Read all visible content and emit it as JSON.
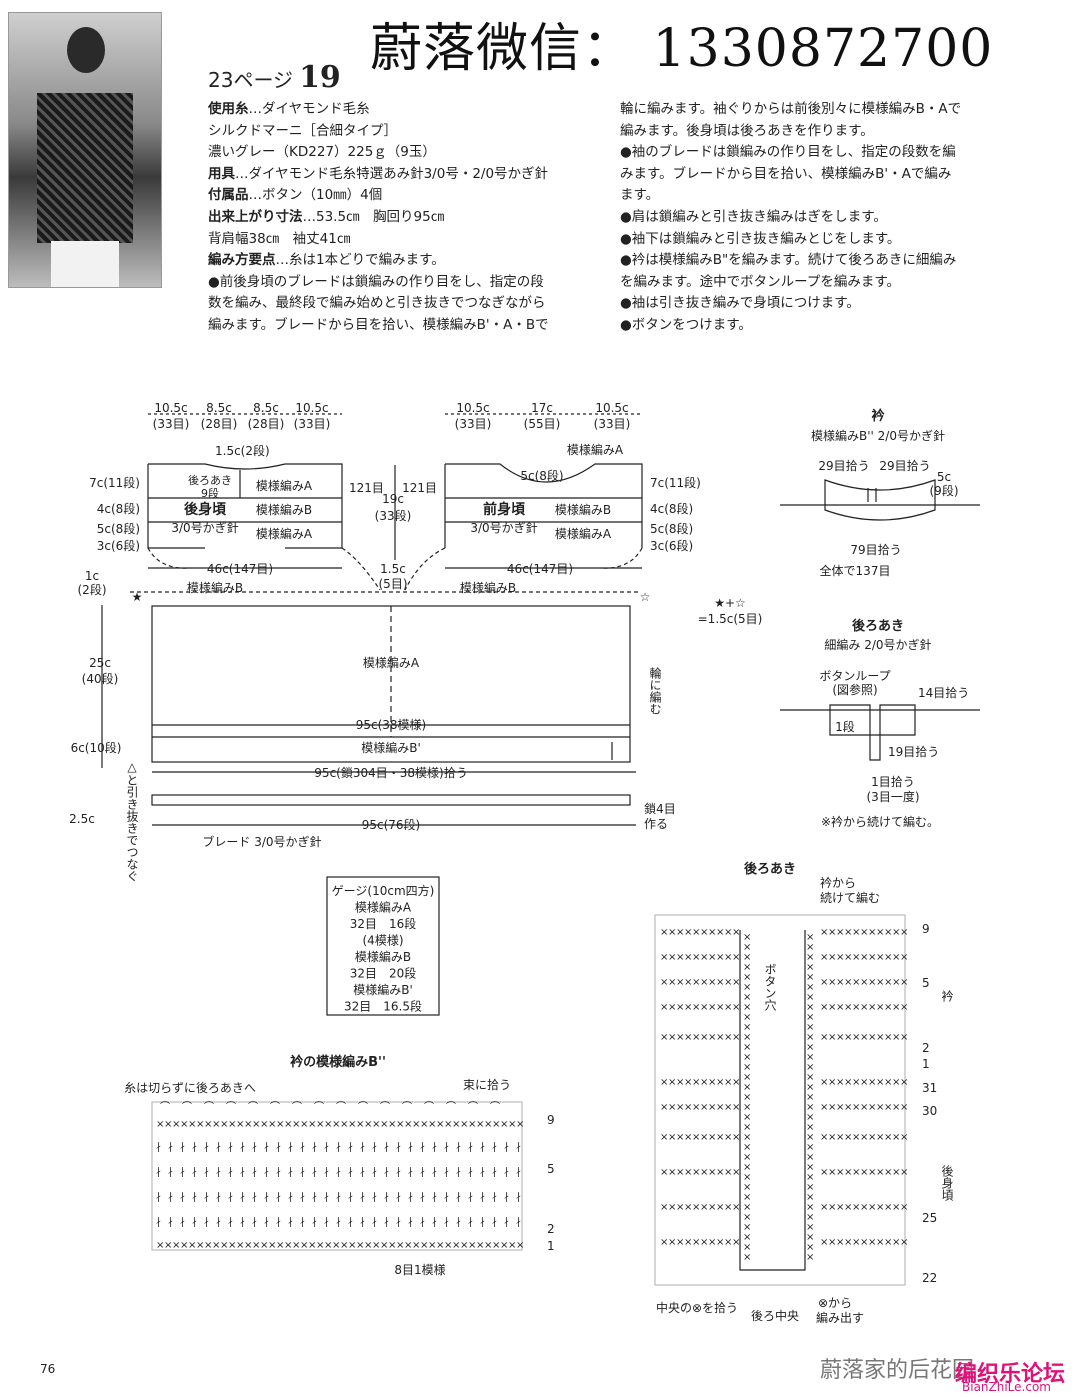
{
  "header": {
    "watermark": "蔚落微信： 1330872700",
    "page_ref": "23ページ",
    "pattern_no": "19"
  },
  "materials": {
    "lines": [
      {
        "label": "使用糸",
        "text": "…ダイヤモンド毛糸"
      },
      {
        "label": "",
        "text": "シルクドマーニ［合細タイプ］"
      },
      {
        "label": "",
        "text": "濃いグレー（KD227）225ｇ（9玉）"
      },
      {
        "label": "用具",
        "text": "…ダイヤモンド毛糸特選あみ針3/0号・2/0号かぎ針"
      },
      {
        "label": "付属品",
        "text": "…ボタン（10㎜）4個"
      },
      {
        "label": "出来上がり寸法",
        "text": "…53.5㎝　胸回り95㎝"
      },
      {
        "label": "",
        "text": "背肩幅38㎝　袖丈41㎝"
      },
      {
        "label": "編み方要点",
        "text": "…糸は1本どりで編みます。"
      },
      {
        "label": "",
        "text": "●前後身頃のブレードは鎖編みの作り目をし、指定の段"
      },
      {
        "label": "",
        "text": "数を編み、最終段で編み始めと引き抜きでつなぎながら"
      },
      {
        "label": "",
        "text": "編みます。ブレードから目を拾い、模様編みB'・A・Bで"
      }
    ]
  },
  "instructions": {
    "lines": [
      "輪に編みます。袖ぐりからは前後別々に模様編みB・Aで",
      "編みます。後身頃は後ろあきを作ります。",
      "●袖のブレードは鎖編みの作り目をし、指定の段数を編",
      "みます。ブレードから目を拾い、模様編みB'・Aで編み",
      "ます。",
      "●肩は鎖編みと引き抜き編みはぎをします。",
      "●袖下は鎖編みと引き抜き編みとじをします。",
      "●衿は模様編みB\"を編みます。続けて後ろあきに細編み",
      "を編みます。途中でボタンループを編みます。",
      "●袖は引き抜き編みで身頃につけます。",
      "●ボタンをつけます。"
    ]
  },
  "diagram": {
    "back_top": [
      "10.5c",
      "8.5c",
      "8.5c",
      "10.5c"
    ],
    "back_top_rows": [
      "(33目)",
      "(28目)",
      "(28目)",
      "(33目)"
    ],
    "front_top": [
      "10.5c",
      "17c",
      "10.5c"
    ],
    "front_top_rows": [
      "(33目)",
      "(55目)",
      "(33目)"
    ],
    "neck_back": "1.5c(2段)",
    "back_label": "後身頃",
    "front_label": "前身頃",
    "hook_30": "3/0号かぎ針",
    "pat_a": "模様編みA",
    "pat_b": "模様編みB",
    "pat_bp": "模様編みB'",
    "back_open": "後ろあき",
    "back_open_rows": "9段",
    "back_left": [
      "7c(11段)",
      "4c(8段)",
      "5c(8段)",
      "3c(6段)"
    ],
    "front_right": [
      "7c(11段)",
      "4c(8段)",
      "5c(8段)",
      "3c(6段)"
    ],
    "rows121": "121目",
    "center": [
      "19c",
      "(33段)"
    ],
    "front_neck": "5c(8段)",
    "width46": "46c(147目)",
    "center15": [
      "1.5c",
      "(5目)"
    ],
    "left_side": [
      "1c",
      "(2段)",
      "25c",
      "(40段)",
      "6c(10段)",
      "2.5c"
    ],
    "star": "★",
    "star2": "☆",
    "star_note": [
      "★+☆",
      "=1.5c(5目)"
    ],
    "body95": "95c(38模様)",
    "body_pick": "95c(鎖304目・38模様)拾う",
    "braid95": "95c(76段)",
    "braid_hook": "ブレード 3/0号かぎ針",
    "join_note": "△と引き抜きでつなぐ",
    "chain_note": [
      "鎖4目",
      "作る"
    ],
    "ring_note": "輪に編む",
    "collar_title": "衿",
    "collar_sub": "模様編みB'' 2/0号かぎ針",
    "collar_pick": [
      "29目拾う",
      "29目拾う",
      "5c",
      "(9段)",
      "79目拾う",
      "全体で137目"
    ],
    "bo_title": "後ろあき",
    "bo_sub": "細編み 2/0号かぎ針",
    "bo_notes": [
      "ボタンループ",
      "(図参照)",
      "14目拾う",
      "1段",
      "19目拾う",
      "1目拾う",
      "(3目一度)",
      "※衿から続けて編む。"
    ],
    "gauge": [
      "ゲージ(10cm四方)",
      "模様編みA",
      "32目　16段",
      "(4模様)",
      "模様編みB",
      "32目　20段",
      "模様編みB'",
      "32目　16.5段"
    ],
    "collar_chart_title": "衿の模様編みB''",
    "collar_chart_notes": [
      "糸は切らずに後ろあきへ",
      "束に拾う",
      "8目1模様"
    ],
    "row_nums_left": [
      "9",
      "5",
      "2",
      "1"
    ],
    "bo_chart_title": "後ろあき",
    "bo_chart_notes": [
      "衿から",
      "続けて編む",
      "ボタン穴",
      "衿",
      "後身頃",
      "中央の⊗を拾う",
      "後ろ中央",
      "⊗から",
      "編み出す"
    ],
    "bo_rows": [
      "9",
      "5",
      "2",
      "1",
      "31",
      "30",
      "25",
      "22"
    ]
  },
  "footer": {
    "page_number": "76",
    "wechat": "蔚落家的后花园",
    "logo": "编织乐论坛",
    "logo_url": "BianZhiLe.com"
  }
}
